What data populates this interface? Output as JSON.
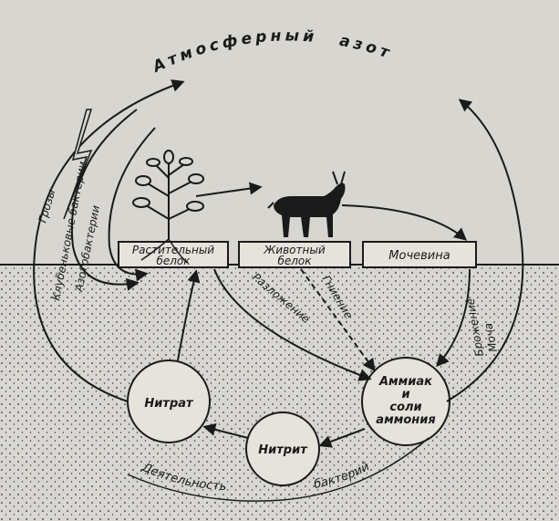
{
  "title_words": [
    "Атмосферный",
    "азот"
  ],
  "boxes": {
    "plant": {
      "line1": "Растительный",
      "line2": "белок"
    },
    "animal": {
      "line1": "Животный",
      "line2": "белок"
    },
    "urea": {
      "line1": "Мочевина"
    }
  },
  "nodes": {
    "nitrate": "Нитрат",
    "nitrite": "Нитрит",
    "ammonia": {
      "line1": "Аммиак",
      "line2": "и",
      "line3": "соли",
      "line4": "аммония"
    }
  },
  "labels": {
    "storms": "Грозы",
    "nodule_bacteria": "Клубеньковые бактерии",
    "azotobacteria": "Азотобактерии",
    "decomposition": "Разложение",
    "rotting": "Гниение",
    "fermentation": "Брожение",
    "urine": "Моча",
    "activity": "Деятельность",
    "bacteria": "бактерий"
  },
  "colors": {
    "ink": "#1a1a1a",
    "paper": "#d8d6d0",
    "box": "#e6e3dc"
  }
}
